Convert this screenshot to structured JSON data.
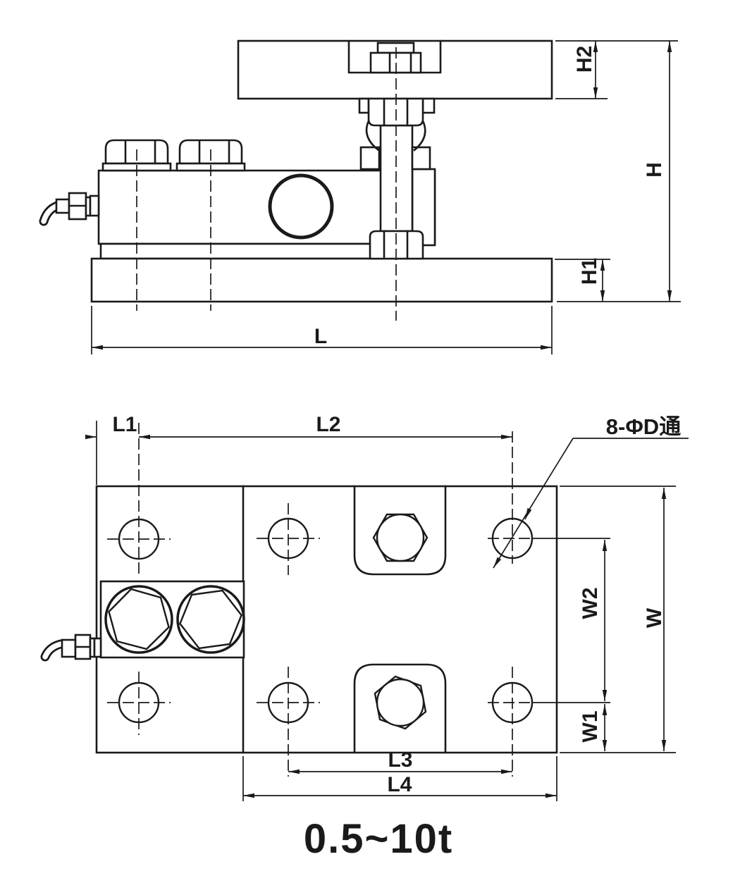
{
  "drawing": {
    "caption": "0.5~10t",
    "side_view": {
      "dims": {
        "H2": "H2",
        "H": "H",
        "H1": "H1",
        "L": "L"
      }
    },
    "plan_view": {
      "dims": {
        "L1": "L1",
        "L2": "L2",
        "L3": "L3",
        "L4": "L4",
        "W": "W",
        "W1": "W1",
        "W2": "W2"
      },
      "holes_note": "8-ΦD通"
    },
    "colors": {
      "line": "#1a1a1a",
      "background": "#ffffff"
    }
  }
}
